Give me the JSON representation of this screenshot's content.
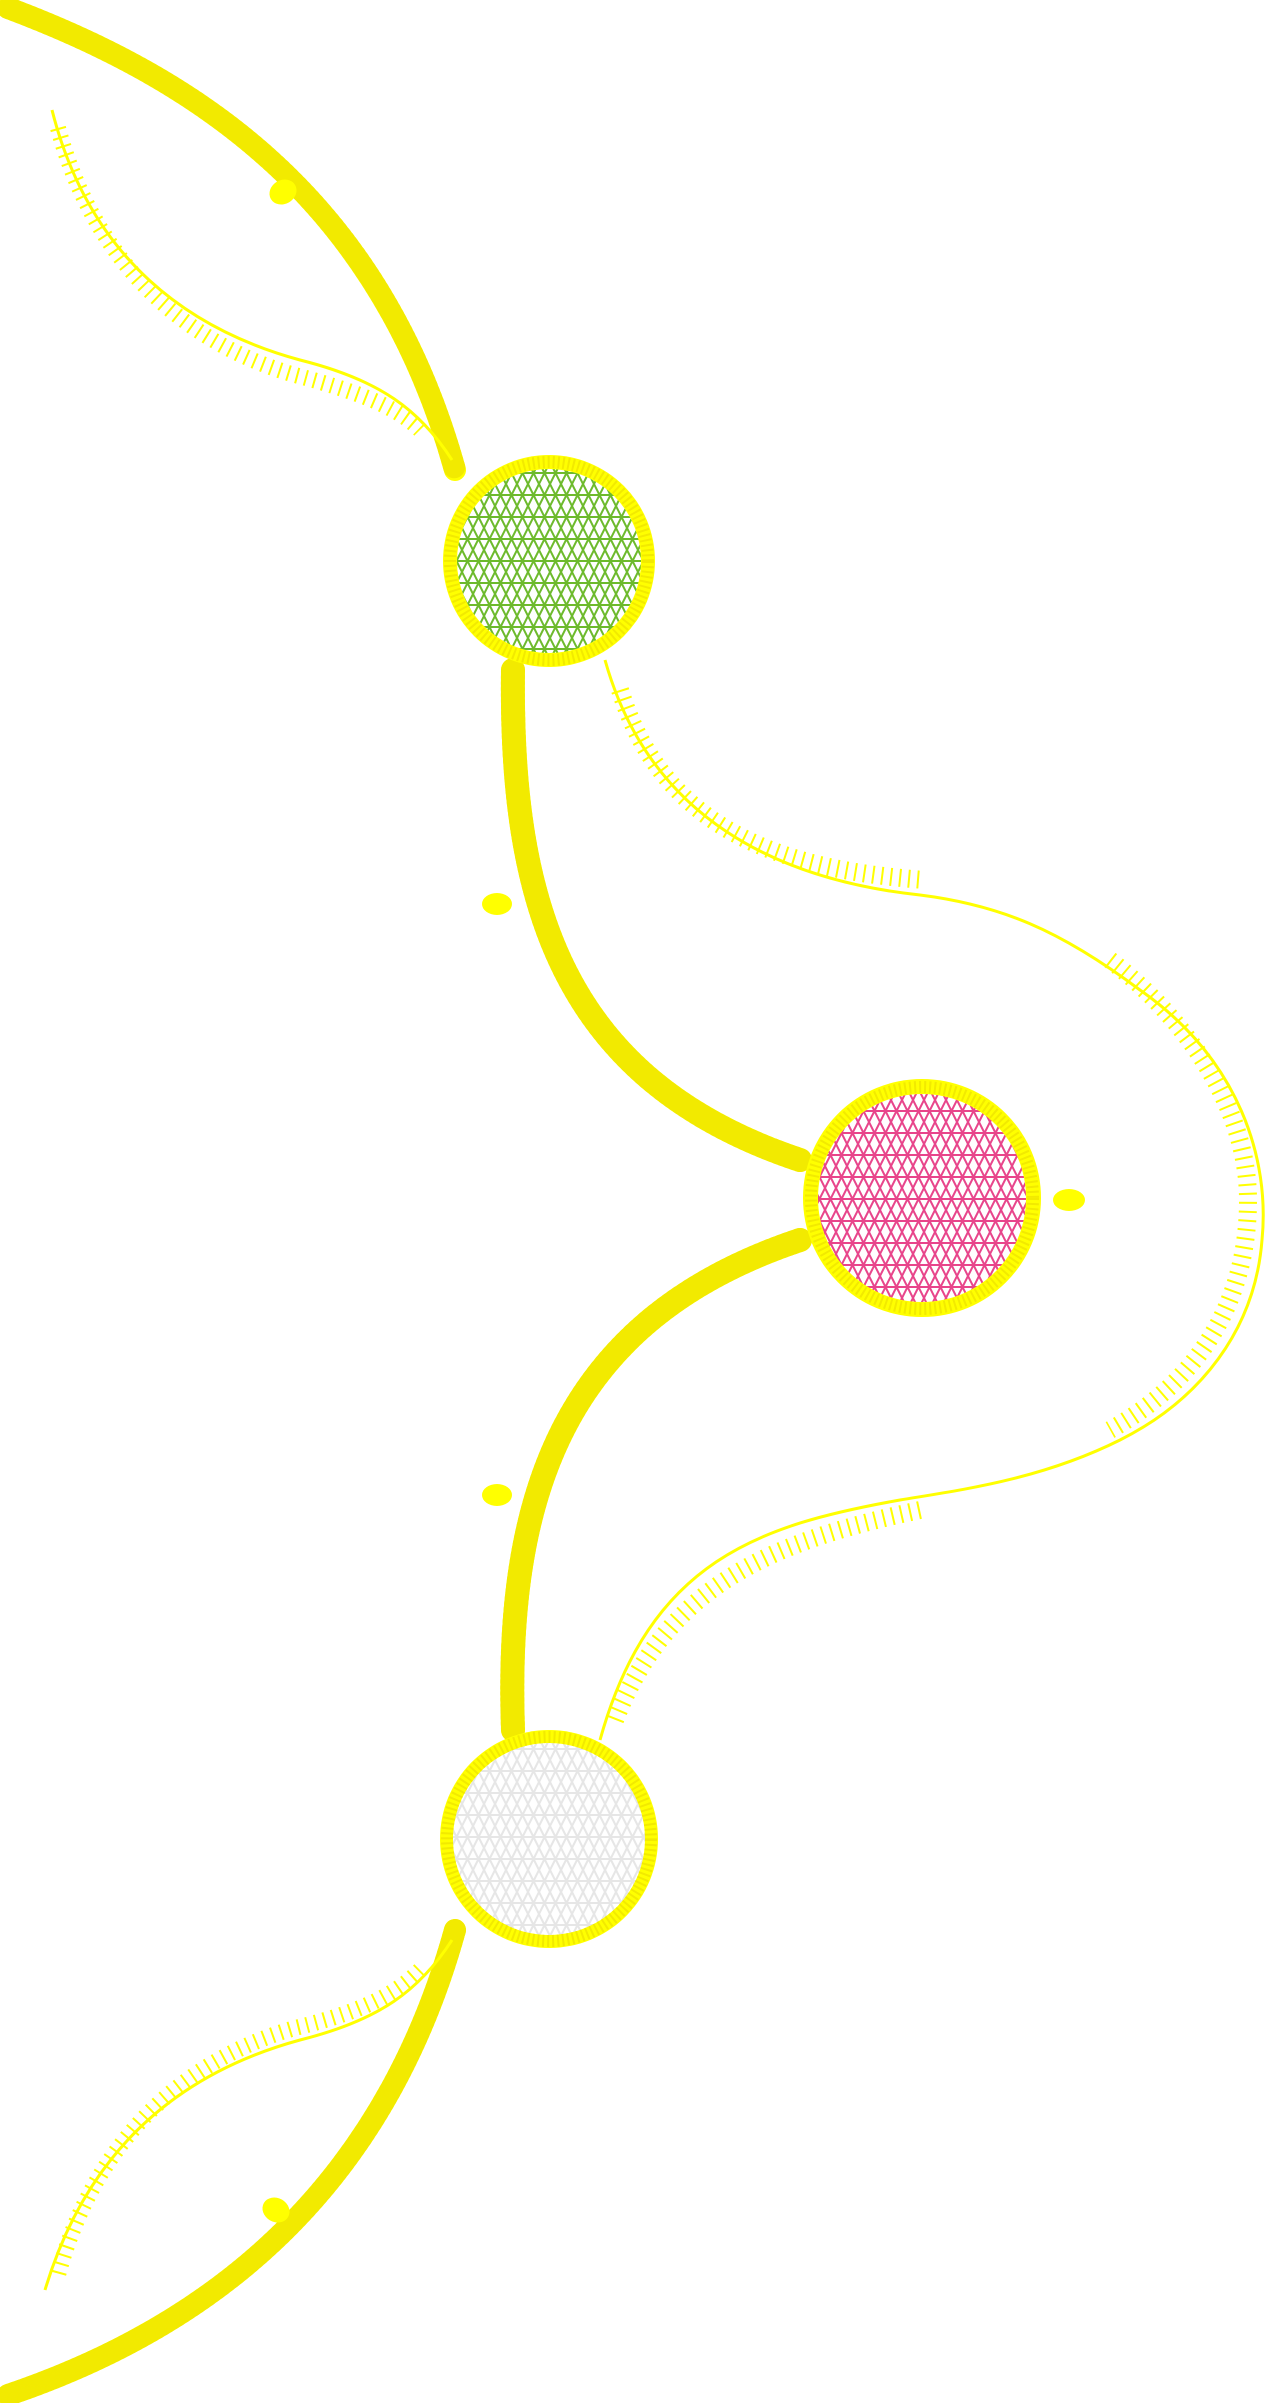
{
  "design": {
    "description_visible_text": "",
    "colors": {
      "background": "#ffffff",
      "thread_yellow": "#ffff00",
      "thread_yellow_light": "#fff55a",
      "circle_top_fill": "#6dba2c",
      "circle_middle_fill": "#e8458b",
      "circle_bottom_fill": "#ececec"
    },
    "elements": {
      "stems": [
        "upper-left-stem",
        "upper-main-stem",
        "middle-stem",
        "lower-main-stem",
        "lower-left-stem"
      ],
      "circles": [
        "green-circle",
        "pink-circle",
        "white-circle"
      ],
      "leaves": [
        "top-leaf",
        "top-left-fringe",
        "right-fringe-arc",
        "bottom-left-fringe",
        "bottom-leaf"
      ],
      "buds": [
        "bud-top",
        "bud-mid-upper",
        "bud-right",
        "bud-mid-lower",
        "bud-bottom"
      ]
    }
  }
}
